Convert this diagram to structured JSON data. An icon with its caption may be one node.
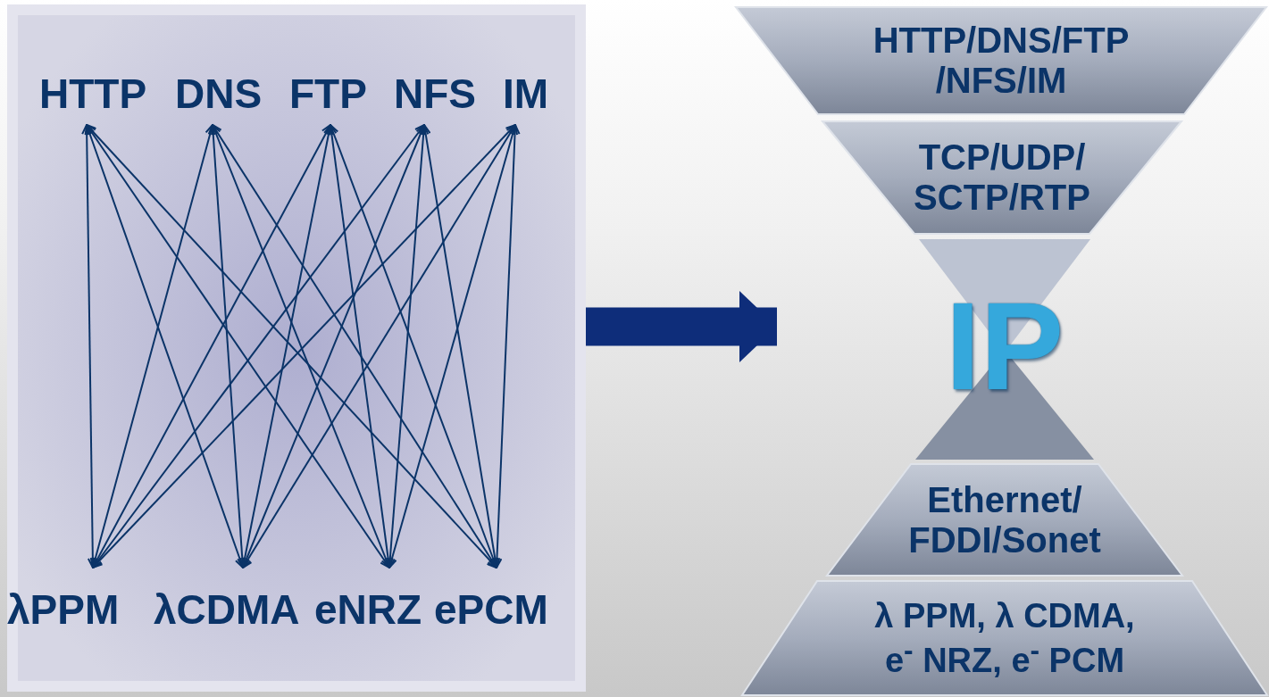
{
  "diagram": {
    "nodes": [
      {
        "text": [],
        "shape": "box"
      },
      {
        "text": [
          "HTTP"
        ],
        "in": 0
      },
      {
        "text": [
          "DNS"
        ],
        "in": 0
      },
      {
        "text": [
          "FTP"
        ],
        "in": 0
      },
      {
        "text": [
          "NFS"
        ],
        "in": 0
      },
      {
        "text": [
          "IM"
        ],
        "in": 0
      },
      {
        "text": [
          "λPPM"
        ],
        "in": 0
      },
      {
        "text": [
          "λCDMA"
        ],
        "in": 0
      },
      {
        "text": [
          "eNRZ"
        ],
        "in": 0
      },
      {
        "text": [
          "ePCM"
        ],
        "in": 0
      },
      {
        "text": [
          "HTTP/DNS/FTP /NFS/IM"
        ]
      },
      {
        "text": [
          "TCP/UDP/ SCTP/RTP"
        ]
      },
      {
        "text": [],
        "shape": "triangle"
      },
      {
        "text": [
          "IP"
        ]
      },
      {
        "text": [],
        "shape": "triangle"
      },
      {
        "text": [
          "Ethernet/ FDDI/Sonet"
        ]
      },
      {
        "text": [
          "λ PPM, λ CDMA, e$^{-}$ NRZ, e$^{-}$ PCM"
        ]
      }
    ],
    "edges": [
      {
        "from": 1,
        "to": 6,
        "arrow": "both"
      },
      {
        "from": 1,
        "to": 7,
        "arrow": "both"
      },
      {
        "from": 1,
        "to": 8,
        "arrow": "both"
      },
      {
        "from": 1,
        "to": 9,
        "arrow": "both"
      },
      {
        "from": 2,
        "to": 6,
        "arrow": "both"
      },
      {
        "from": 2,
        "to": 7,
        "arrow": "both"
      },
      {
        "from": 2,
        "to": 8,
        "arrow": "both"
      },
      {
        "from": 2,
        "to": 9,
        "arrow": "both"
      },
      {
        "from": 3,
        "to": 6,
        "arrow": "both"
      },
      {
        "from": 3,
        "to": 7,
        "arrow": "both"
      },
      {
        "from": 3,
        "to": 8,
        "arrow": "both"
      },
      {
        "from": 3,
        "to": 9,
        "arrow": "both"
      },
      {
        "from": 4,
        "to": 6,
        "arrow": "both"
      },
      {
        "from": 4,
        "to": 7,
        "arrow": "both"
      },
      {
        "from": 4,
        "to": 8,
        "arrow": "both"
      },
      {
        "from": 4,
        "to": 9,
        "arrow": "both"
      },
      {
        "from": 5,
        "to": 6,
        "arrow": "both"
      },
      {
        "from": 5,
        "to": 7,
        "arrow": "both"
      },
      {
        "from": 5,
        "to": 8,
        "arrow": "both"
      },
      {
        "from": 5,
        "to": 9,
        "arrow": "both"
      },
      {
        "from": 0,
        "to": 13,
        "arrow": "to",
        "style": "thick"
      }
    ]
  }
}
